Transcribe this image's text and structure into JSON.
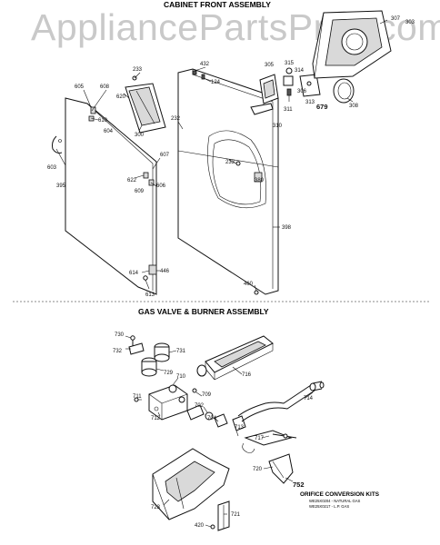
{
  "header": {
    "watermark": "AppliancePartsPros.com",
    "section1_title": "CABINET FRONT ASSEMBLY",
    "section2_title": "GAS VALVE & BURNER ASSEMBLY"
  },
  "cabinet_labels": {
    "p233a": "233",
    "p432": "432",
    "p124": "124",
    "p305": "305",
    "p315": "315",
    "p314": "314",
    "p307": "307",
    "p303": "303",
    "p605": "605",
    "p608": "608",
    "p620": "620",
    "p610": "610",
    "p604": "604",
    "p300": "300",
    "p232": "232",
    "p306": "306",
    "p313": "313",
    "p679": "679",
    "p308": "308",
    "p311": "311",
    "p310": "310",
    "p603": "603",
    "p607": "607",
    "p233b": "233",
    "p380": "380",
    "p622": "622",
    "p606": "606",
    "p609": "609",
    "p395": "395",
    "p398": "398",
    "p614": "614",
    "p446": "446",
    "p613": "613",
    "p460": "460"
  },
  "gas_labels": {
    "p730": "730",
    "p732": "732",
    "p731": "731",
    "p729": "729",
    "p716": "716",
    "p710": "710",
    "p711": "711",
    "p709": "709",
    "p714": "714",
    "p702": "702",
    "p712": "712",
    "p704": "704",
    "p713": "713",
    "p717": "717",
    "p720": "720",
    "p752": "752",
    "p723": "723",
    "p721": "721",
    "p420": "420"
  },
  "kit": {
    "title": "ORIFICE CONVERSION KITS",
    "natural": "WE25X0204 - NATURAL GAS",
    "lp": "WE25X0217 - L.P. GAS"
  }
}
